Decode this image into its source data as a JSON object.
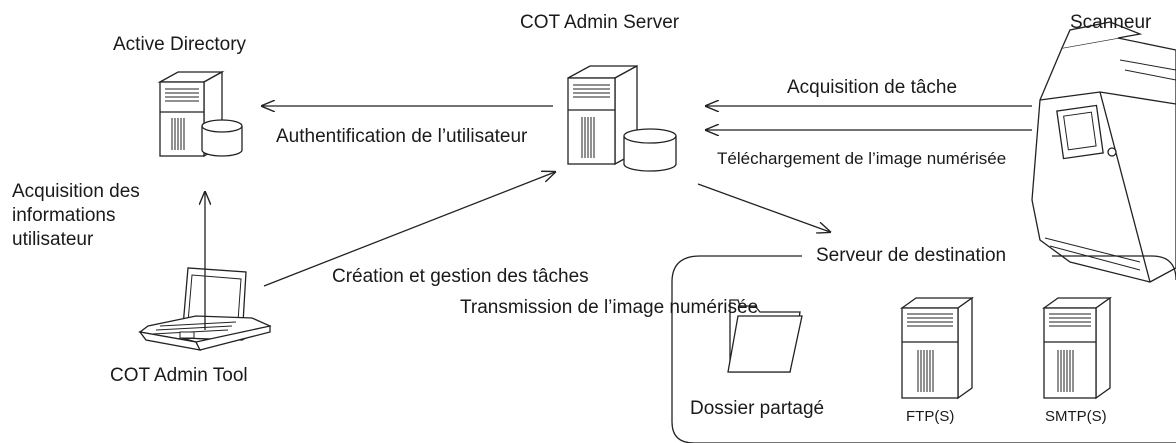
{
  "nodes": {
    "active_directory": "Active Directory",
    "admin_server": "COT Admin Server",
    "scanner": "Scanneur",
    "admin_tool": "COT Admin Tool",
    "destination": "Serveur de destination",
    "shared_folder": "Dossier partagé",
    "ftp": "FTP(S)",
    "smtp": "SMTP(S)"
  },
  "edges": {
    "user_auth": "Authentification de l’utilisateur",
    "task_acquisition": "Acquisition de tâche",
    "image_upload": "Téléchargement de l’image numérisée",
    "user_info_acquisition": "Acquisition des informations utilisateur",
    "task_creation": "Création et gestion des tâches",
    "image_transmission": "Transmission de l’image numérisée"
  }
}
